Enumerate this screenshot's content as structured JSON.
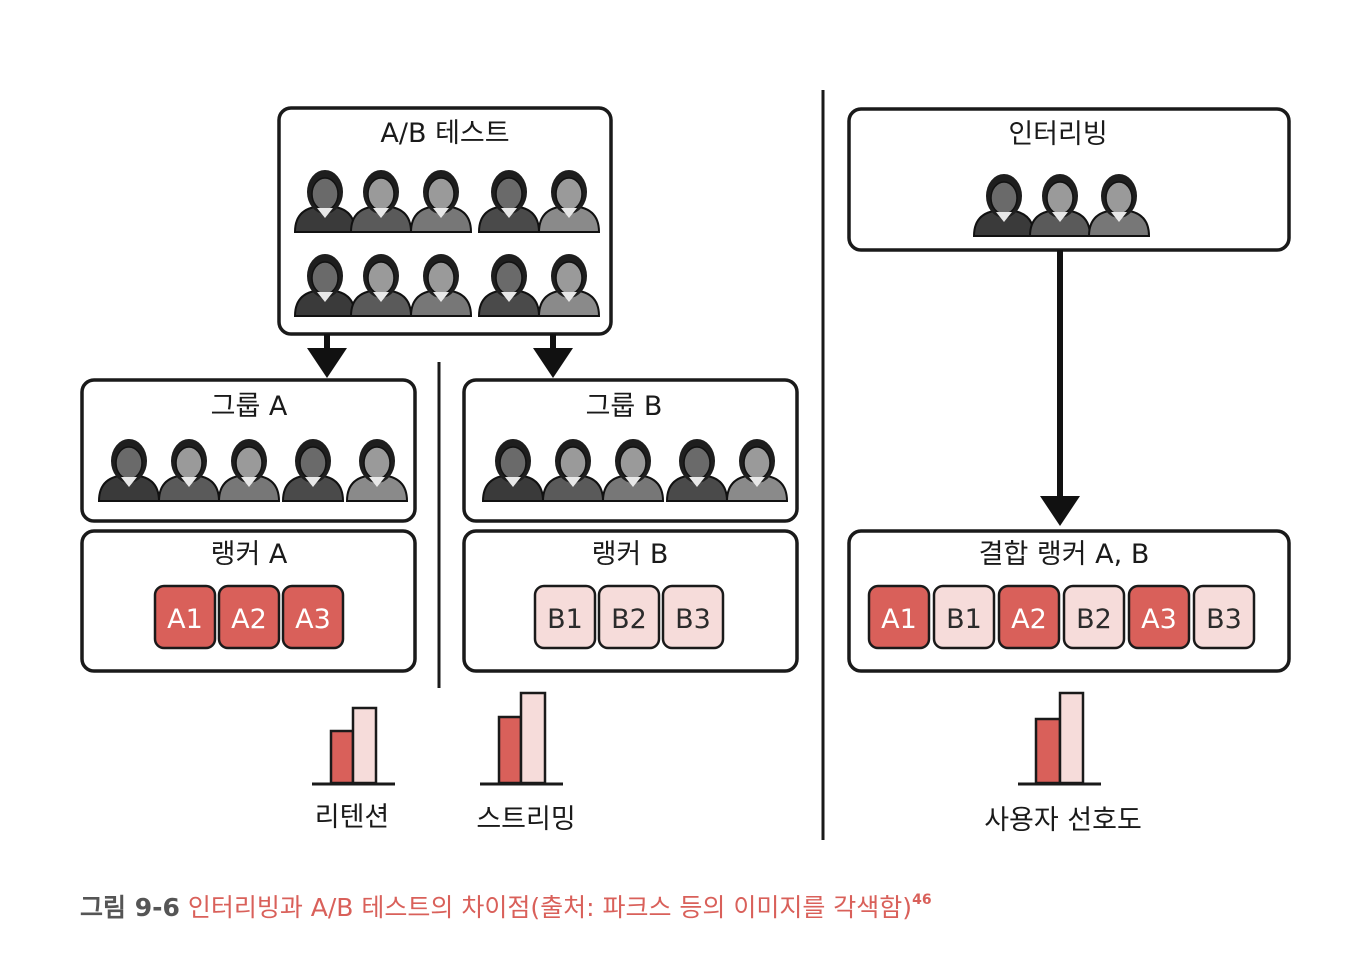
{
  "colors": {
    "accent": "#d9605a",
    "accent_light": "#f6dcda",
    "stroke": "#1a1a1a",
    "caption_number": "#555555"
  },
  "ab_test": {
    "title": "A/B 테스트",
    "group_a": {
      "label": "그룹 A",
      "ranker_label": "랭커 A",
      "items": [
        "A1",
        "A2",
        "A3"
      ]
    },
    "group_b": {
      "label": "그룹 B",
      "ranker_label": "랭커 B",
      "items": [
        "B1",
        "B2",
        "B3"
      ]
    },
    "metrics": [
      "리텐션",
      "스트리밍"
    ]
  },
  "interleaving": {
    "title": "인터리빙",
    "ranker_label": "결합 랭커 A, B",
    "items": [
      "A1",
      "B1",
      "A2",
      "B2",
      "A3",
      "B3"
    ],
    "metric": "사용자 선호도"
  },
  "caption": {
    "number": "그림 9-6",
    "text": "인터리빙과 A/B 테스트의 차이점(출처: 파크스 등의 이미지를 각색함)",
    "footnote": "46"
  }
}
